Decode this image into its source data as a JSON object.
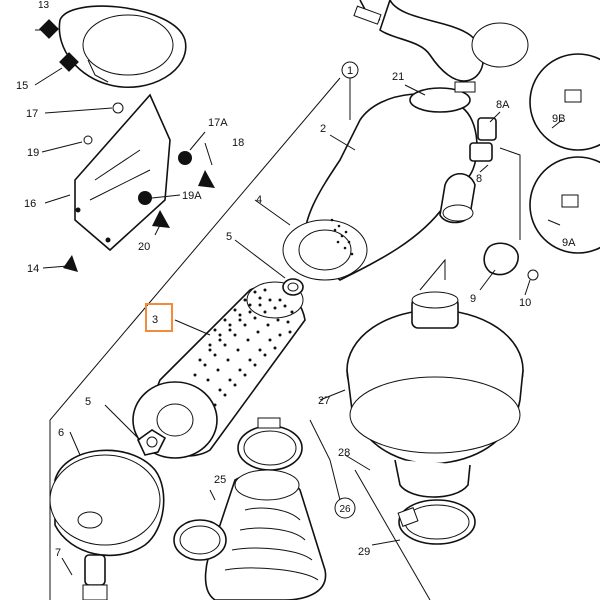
{
  "labels": {
    "n1": "1",
    "n2": "2",
    "n3": "3",
    "n4": "4",
    "n5a": "5",
    "n5b": "5",
    "n6": "6",
    "n7": "7",
    "n8": "8",
    "n8a": "8A",
    "n9": "9",
    "n9a": "9A",
    "n9b": "9B",
    "n10": "10",
    "n13": "13",
    "n14": "14",
    "n15": "15",
    "n16": "16",
    "n17": "17",
    "n17a": "17A",
    "n18": "18",
    "n19": "19",
    "n19a": "19A",
    "n20": "20",
    "n21": "21",
    "n25": "25",
    "n26": "26",
    "n27": "27",
    "n28": "28",
    "n29": "29"
  },
  "highlight": {
    "color": "#f28c3c"
  }
}
